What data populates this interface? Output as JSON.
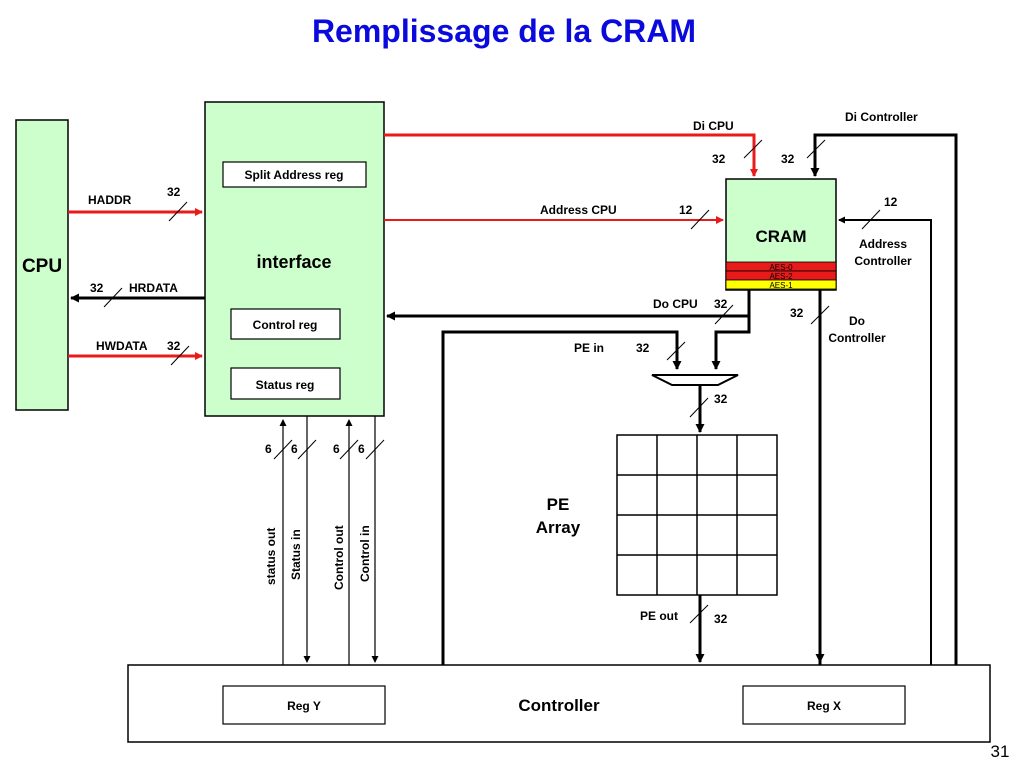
{
  "title": "Remplissage de la CRAM",
  "page_number": "31",
  "colors": {
    "title": "#0a0adc",
    "block_fill": "#ccffcc",
    "red_signal": "#e81a1a",
    "aes_red": "#e81a1a",
    "aes_yellow": "#ffff00"
  },
  "blocks": {
    "cpu": "CPU",
    "interface": "interface",
    "split_address_reg": "Split Address reg",
    "control_reg": "Control reg",
    "status_reg": "Status reg",
    "cram": "CRAM",
    "aes": [
      "AES-0",
      "AES-2",
      "AES-1"
    ],
    "pe_array": [
      "PE",
      "Array"
    ],
    "controller": "Controller",
    "reg_y": "Reg Y",
    "reg_x": "Reg X"
  },
  "signals": {
    "haddr": "HADDR",
    "hrdata": "HRDATA",
    "hwdata": "HWDATA",
    "di_cpu": "Di CPU",
    "di_controller": "Di Controller",
    "address_cpu": "Address CPU",
    "address_controller": [
      "Address",
      "Controller"
    ],
    "do_cpu": "Do CPU",
    "do_controller": [
      "Do",
      "Controller"
    ],
    "pe_in": "PE in",
    "pe_out": "PE out",
    "status_out": "status out",
    "status_in": "Status in",
    "control_out": "Control out",
    "control_in": "Control in"
  },
  "widths": {
    "haddr": "32",
    "hrdata": "32",
    "hwdata": "32",
    "di_cpu": "32",
    "di_controller": "32",
    "address_cpu": "12",
    "address_controller": "12",
    "do_cpu": "32",
    "do_controller": "32",
    "pe_in": "32",
    "mux_out": "32",
    "pe_out": "32",
    "status_out": "6",
    "status_in": "6",
    "control_out": "6",
    "control_in": "6"
  }
}
